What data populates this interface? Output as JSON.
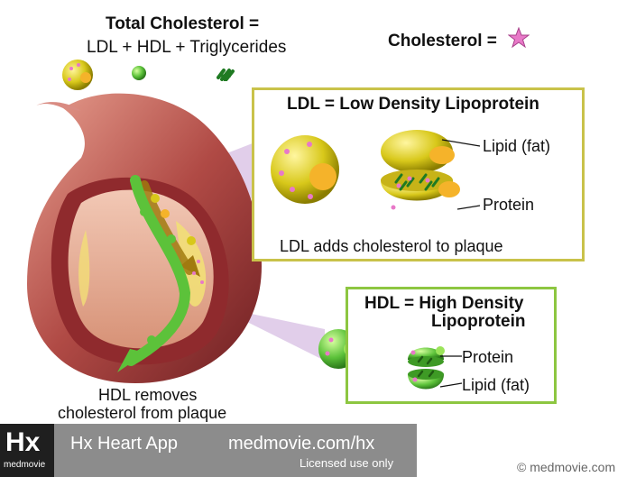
{
  "header": {
    "total_title": "Total Cholesterol =",
    "total_formula": "LDL + HDL + Triglycerides",
    "cholesterol_key": "Cholesterol ="
  },
  "ldl_box": {
    "title": "LDL = Low Density Lipoprotein",
    "lipid_label": "Lipid (fat)",
    "protein_label": "Protein",
    "caption": "LDL adds cholesterol to plaque"
  },
  "hdl_box": {
    "title_line1": "HDL = High Density",
    "title_line2": "Lipoprotein",
    "protein_label": "Protein",
    "lipid_label": "Lipid (fat)"
  },
  "artery": {
    "caption_line1": "HDL removes",
    "caption_line2": "cholesterol from plaque"
  },
  "footer": {
    "logo_text": "Hx",
    "logo_sub": "medmovie",
    "app_name": "Hx Heart App",
    "website": "medmovie.com/hx",
    "license": "Licensed use only",
    "copyright": "© medmovie.com"
  },
  "colors": {
    "ldl_border": "#c9c24a",
    "hdl_border": "#8dc641",
    "star": "#e879c8",
    "ldl_yellow": "#d8c81a",
    "hdl_green": "#5cc23a",
    "footer_gray": "#8c8c8c"
  }
}
